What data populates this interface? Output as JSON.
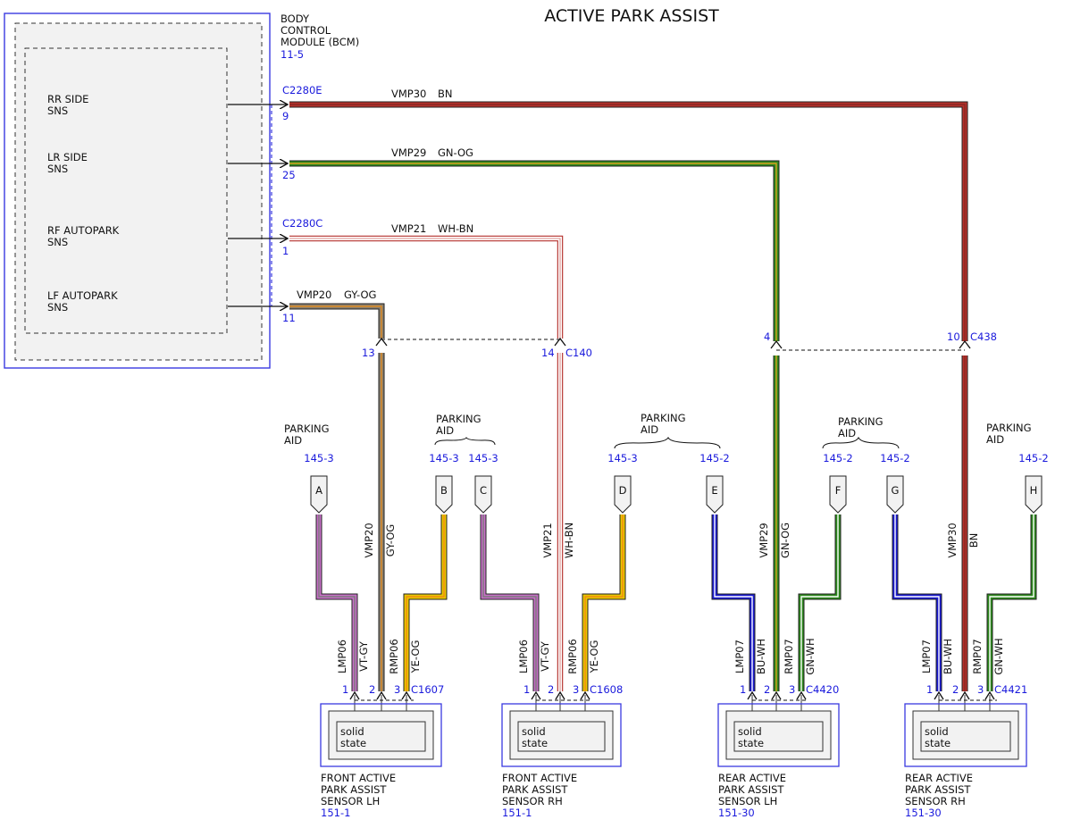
{
  "title": "ACTIVE PARK ASSIST",
  "bcm": {
    "name_lines": [
      "BODY",
      "CONTROL",
      "MODULE (BCM)"
    ],
    "ref": "11-5",
    "pins": [
      {
        "label": [
          "RR SIDE",
          "SNS"
        ]
      },
      {
        "label": [
          "LR SIDE",
          "SNS"
        ]
      },
      {
        "label": [
          "RF AUTOPARK",
          "SNS"
        ]
      },
      {
        "label": [
          "LF AUTOPARK",
          "SNS"
        ]
      }
    ]
  },
  "bcm_connectors": {
    "c2280e": "C2280E",
    "c2280c": "C2280C"
  },
  "bcm_wires": [
    {
      "pin": "9",
      "circuit": "VMP30",
      "color_code": "BN",
      "color": "#b5312c"
    },
    {
      "pin": "25",
      "circuit": "VMP29",
      "color_code": "GN-OG",
      "color": "#2e8b1e"
    },
    {
      "pin": "1",
      "circuit": "VMP21",
      "color_code": "WH-BN",
      "color": "#ffffff"
    },
    {
      "pin": "11",
      "circuit": "VMP20",
      "color_code": "GY-OG",
      "color": "#8a8070"
    }
  ],
  "inline_connectors": {
    "c140": {
      "name": "C140",
      "pins": [
        "13",
        "14"
      ]
    },
    "c438": {
      "name": "C438",
      "pins": [
        "4",
        "10"
      ]
    }
  },
  "parking_aid": {
    "label_lines": [
      "PARKING",
      "AID"
    ],
    "connectors": [
      {
        "letter": "A",
        "ref": "145-3"
      },
      {
        "letter": "B",
        "ref": "145-3"
      },
      {
        "letter": "C",
        "ref": "145-3"
      },
      {
        "letter": "D",
        "ref": "145-3"
      },
      {
        "letter": "E",
        "ref": "145-2"
      },
      {
        "letter": "F",
        "ref": "145-2"
      },
      {
        "letter": "G",
        "ref": "145-2"
      },
      {
        "letter": "H",
        "ref": "145-2"
      }
    ]
  },
  "sensors": [
    {
      "connector": "C1607",
      "pins": [
        "1",
        "2",
        "3"
      ],
      "inner_label": [
        "solid",
        "state"
      ],
      "name_lines": [
        "FRONT ACTIVE",
        "PARK ASSIST",
        "SENSOR LH"
      ],
      "ref": "151-1",
      "wire_labels": [
        [
          "LMP06",
          "VT-GY"
        ],
        [
          "VMP20",
          "GY-OG"
        ],
        [
          "RMP06",
          "YE-OG"
        ]
      ]
    },
    {
      "connector": "C1608",
      "pins": [
        "1",
        "2",
        "3"
      ],
      "inner_label": [
        "solid",
        "state"
      ],
      "name_lines": [
        "FRONT ACTIVE",
        "PARK ASSIST",
        "SENSOR RH"
      ],
      "ref": "151-1",
      "wire_labels": [
        [
          "LMP06",
          "VT-GY"
        ],
        [
          "VMP21",
          "WH-BN"
        ],
        [
          "RMP06",
          "YE-OG"
        ]
      ]
    },
    {
      "connector": "C4420",
      "pins": [
        "1",
        "2",
        "3"
      ],
      "inner_label": [
        "solid",
        "state"
      ],
      "name_lines": [
        "REAR ACTIVE",
        "PARK ASSIST",
        "SENSOR LH"
      ],
      "ref": "151-30",
      "wire_labels": [
        [
          "LMP07",
          "BU-WH"
        ],
        [
          "VMP29",
          "GN-OG"
        ],
        [
          "RMP07",
          "GN-WH"
        ]
      ]
    },
    {
      "connector": "C4421",
      "pins": [
        "1",
        "2",
        "3"
      ],
      "inner_label": [
        "solid",
        "state"
      ],
      "name_lines": [
        "REAR ACTIVE",
        "PARK ASSIST",
        "SENSOR RH"
      ],
      "ref": "151-30",
      "wire_labels": [
        [
          "LMP07",
          "BU-WH"
        ],
        [
          "VMP30",
          "BN"
        ],
        [
          "RMP07",
          "GN-WH"
        ]
      ]
    }
  ],
  "wire_colors": {
    "VT-GY": "#c66fc6",
    "YE-OG": "#e8c800",
    "BU-WH": "#1a1ad0",
    "GN-WH": "#2e8b1e",
    "GN-OG": "#2e8b1e",
    "BN": "#b5312c",
    "WH-BN": "#ffffff",
    "GY-OG": "#8a8070"
  },
  "line_colors": {
    "box_blue": "#3a3ae0",
    "module_fill": "#f2f2f2",
    "text_blue": "#1a1adc"
  }
}
